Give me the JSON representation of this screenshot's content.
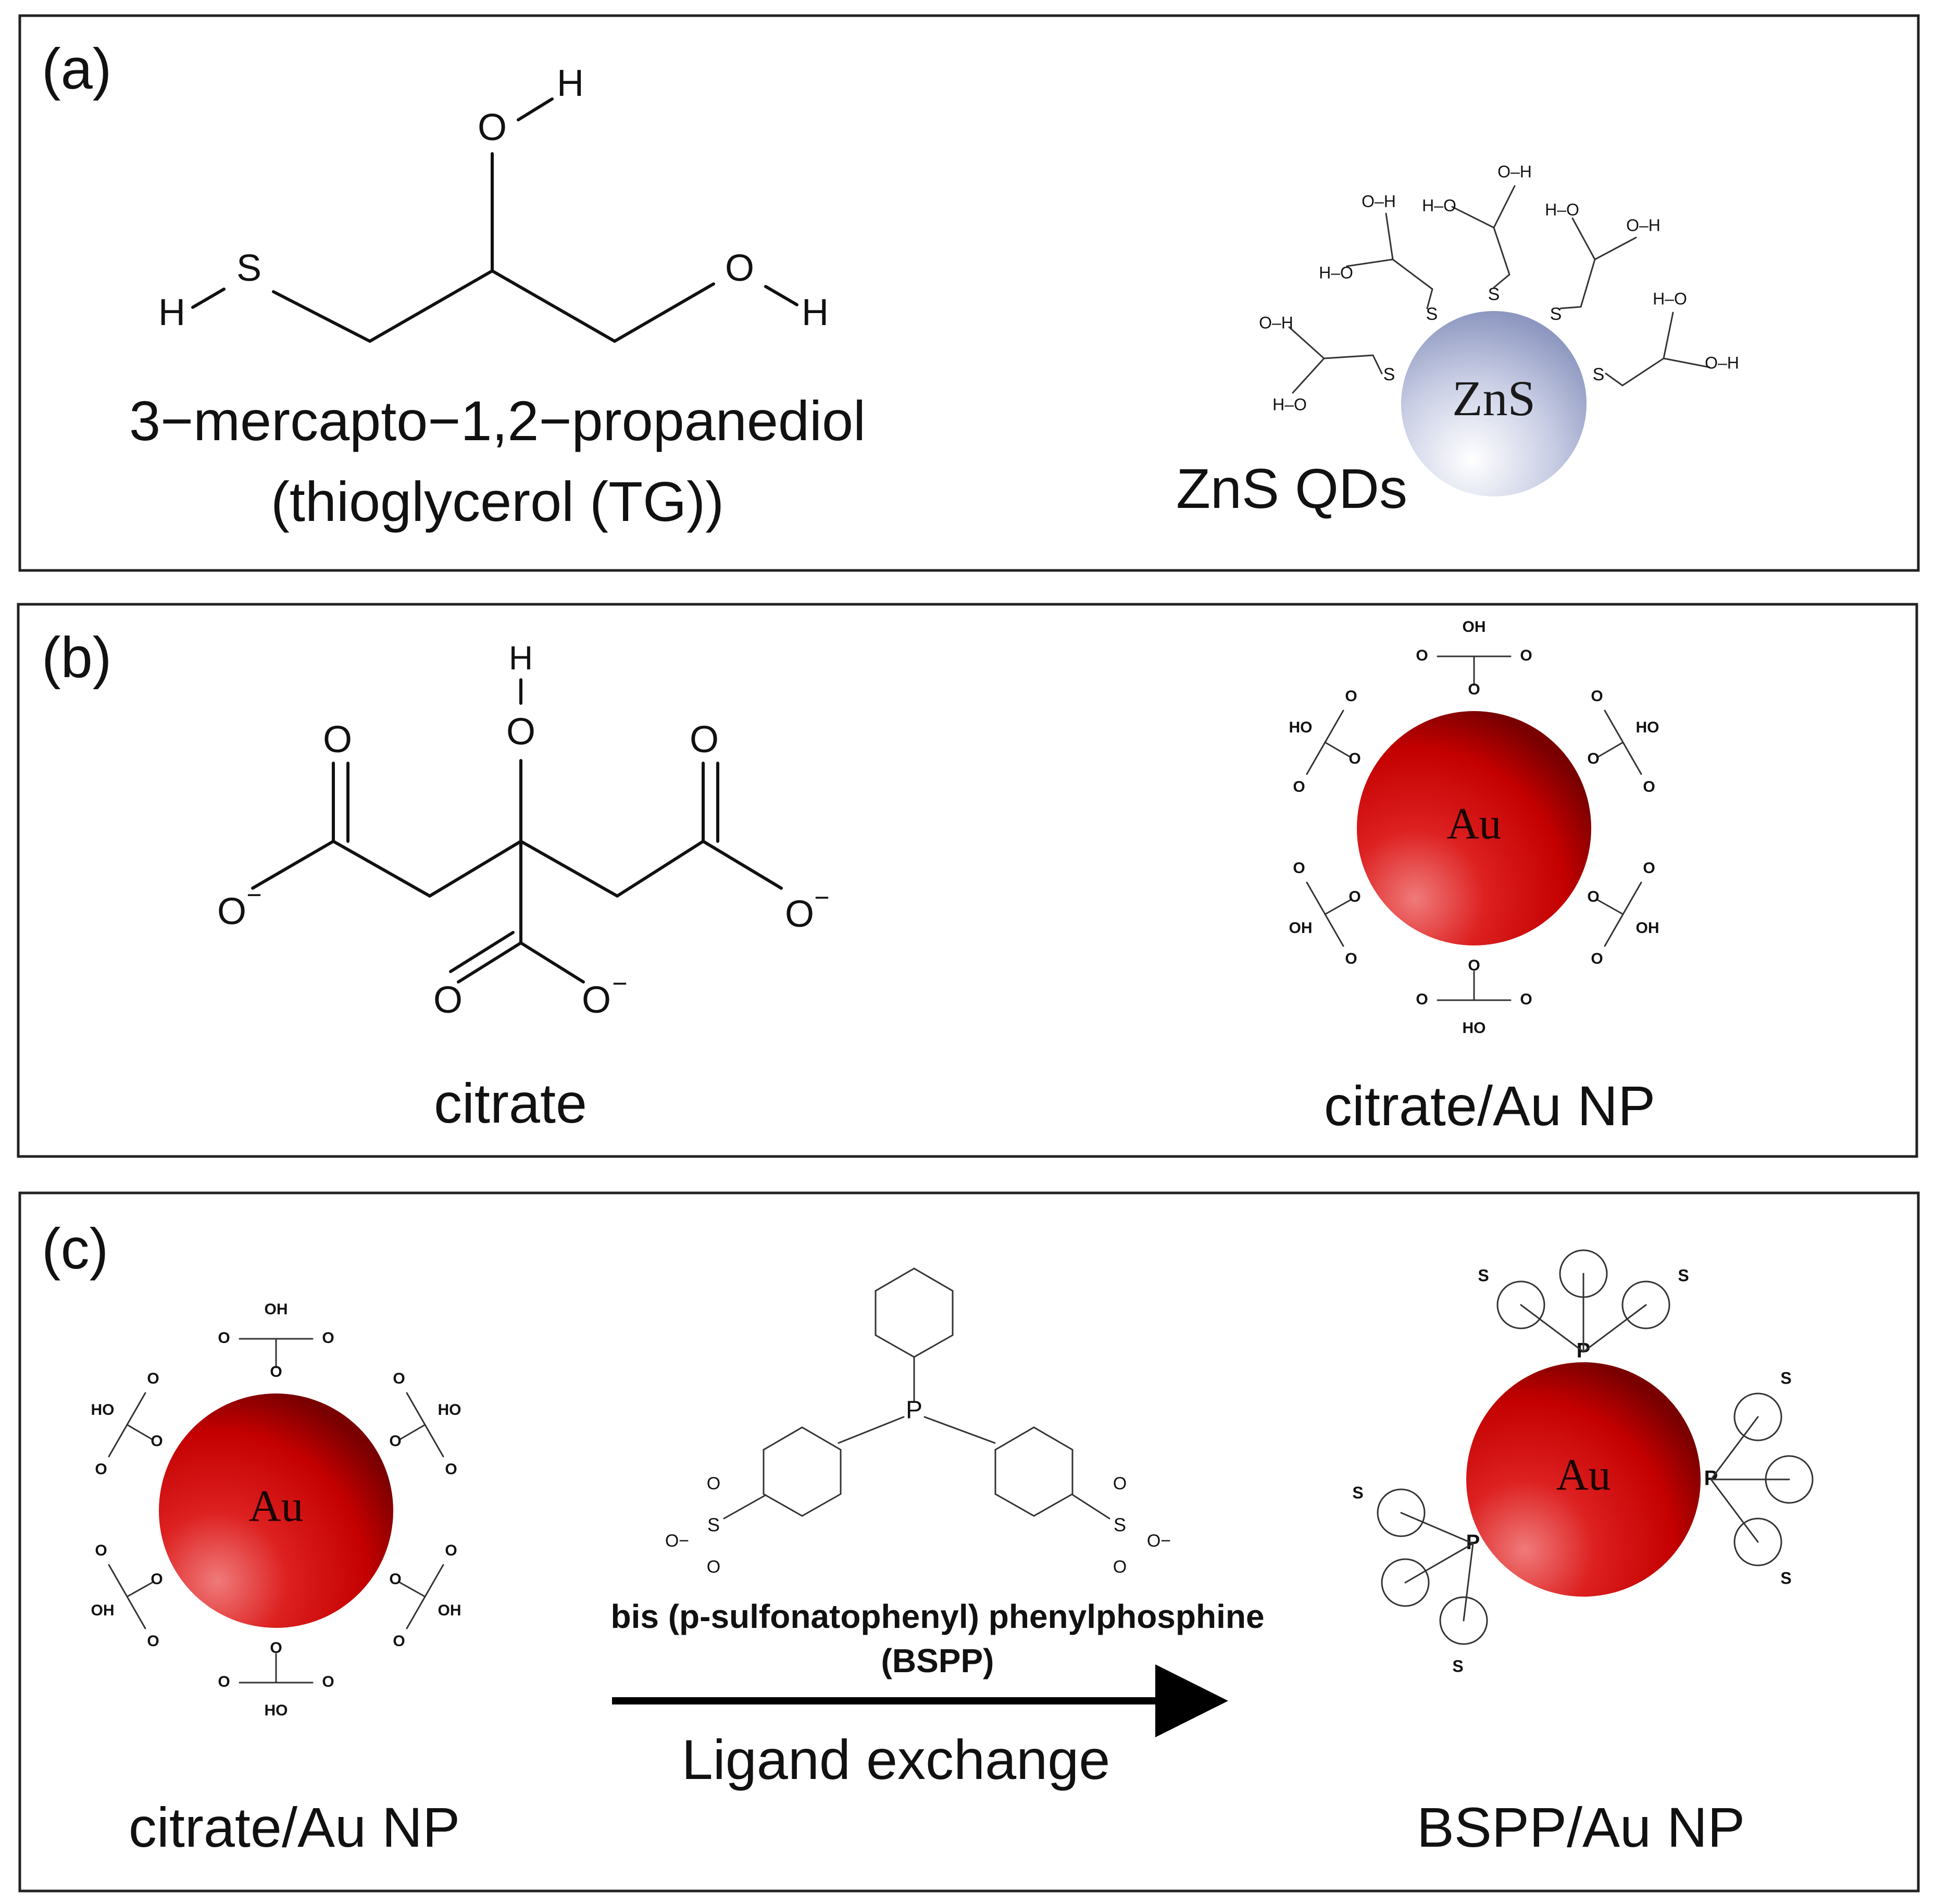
{
  "panel_a": {
    "tag": "(a)",
    "molecule_name_line1": "3−mercapto−1,2−propanediol",
    "molecule_name_line2": "(thioglycerol (TG))",
    "qd_core": "ZnS",
    "qd_label": "ZnS QDs",
    "atoms": {
      "sulfur": "S",
      "oxygen": "O",
      "hydrogen": "H"
    }
  },
  "panel_b": {
    "tag": "(b)",
    "molecule_name": "citrate",
    "np_core": "Au",
    "np_label": "citrate/Au NP",
    "atoms": {
      "oxygen": "O",
      "hydrogen": "H",
      "charge": "−",
      "hydroxyl": "HO",
      "hydroxyl_alt": "OH"
    }
  },
  "panel_c": {
    "tag": "(c)",
    "reactant_core": "Au",
    "reactant_label": "citrate/Au NP",
    "reagent_name_line1": "bis (p-sulfonatophenyl)  phenylphosphine",
    "reagent_name_line2": "(BSPP)",
    "arrow_label": "Ligand exchange",
    "product_core": "Au",
    "product_label": "BSPP/Au NP",
    "atoms": {
      "phosphorus": "P",
      "sulfur": "S",
      "oxygen": "O",
      "charge": "−"
    }
  },
  "colors": {
    "zns_sphere": "#9ea8cc",
    "au_sphere": "#cc1111",
    "outline": "#222222",
    "text": "#111111"
  }
}
